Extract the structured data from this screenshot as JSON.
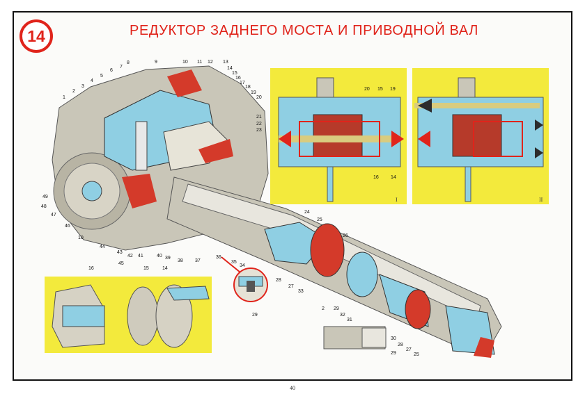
{
  "badge_number": "14",
  "title": "РЕДУКТОР ЗАДНЕГО МОСТА И ПРИВОДНОЙ ВАЛ",
  "page_number": "40",
  "panel_numerals": [
    "I",
    "II"
  ],
  "colors": {
    "accent": "#e0241b",
    "section_blue": "#8fcfe3",
    "metal": "#c9c6b8",
    "highlight_yellow": "#f3ea3c",
    "dark": "#2c2c2c"
  },
  "main_callouts": [
    "1",
    "2",
    "3",
    "4",
    "5",
    "6",
    "7",
    "8",
    "9",
    "10",
    "11",
    "12",
    "13",
    "14",
    "15",
    "16",
    "17",
    "18",
    "19",
    "20",
    "21",
    "22",
    "23",
    "24",
    "25",
    "26",
    "27",
    "28",
    "29",
    "33",
    "34",
    "35",
    "36",
    "37",
    "38",
    "39",
    "40",
    "41",
    "42",
    "43",
    "44",
    "10",
    "46",
    "47",
    "48",
    "49"
  ],
  "panel_I_callouts": [
    "20",
    "15",
    "19",
    "16",
    "14"
  ],
  "detail_callouts": [
    "16",
    "45",
    "15",
    "14"
  ],
  "shaft_callouts": [
    "2",
    "29",
    "32",
    "31",
    "30",
    "28",
    "27",
    "25",
    "29"
  ]
}
